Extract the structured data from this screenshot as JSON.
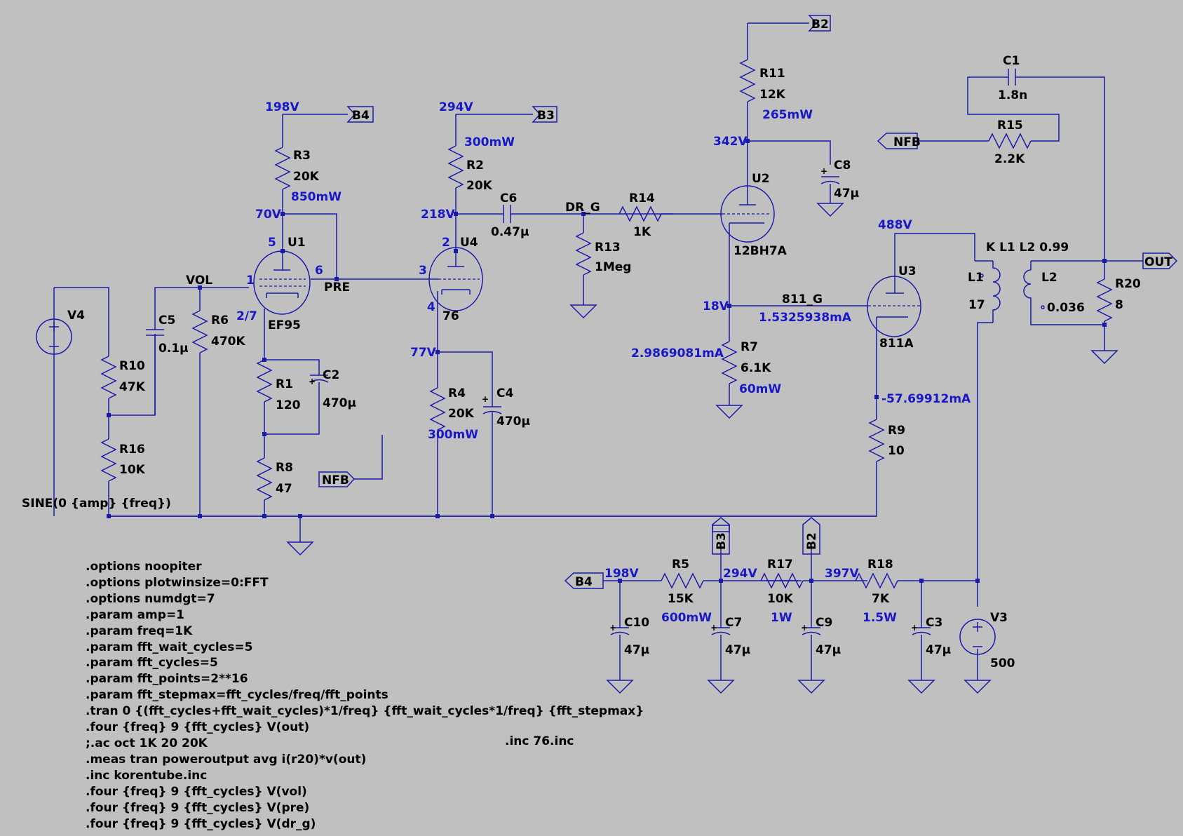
{
  "net_labels": {
    "b4_top": "B4",
    "b3_top": "B3",
    "b2_top": "B2",
    "nfb_right": "NFB",
    "nfb_left": "NFB",
    "out": "OUT",
    "b4_bottom": "B4",
    "b3_bottom": "B3",
    "b2_bottom": "B2",
    "vol": "VOL",
    "pre": "PRE",
    "dr_g": "DR_G",
    "g811": "811_G"
  },
  "voltages": {
    "v198_top": "198V",
    "v294_top": "294V",
    "v70": "70V",
    "v218": "218V",
    "v77": "77V",
    "v342": "342V",
    "v18": "18V",
    "v488": "488V",
    "v198_bot": "198V",
    "v294_bot": "294V",
    "v397": "397V"
  },
  "power": {
    "r3": "850mW",
    "r2": "300mW",
    "r4": "300mW",
    "r11": "265mW",
    "r7": "60mW",
    "r5": "600mW",
    "r17": "1W",
    "r18": "1.5W"
  },
  "currents": {
    "i1": "1.5325938mA",
    "i2": "2.9869081mA",
    "i3": "-57.69912mA"
  },
  "pins": {
    "p5": "5",
    "p1": "1",
    "p6": "6",
    "p27": "2/7",
    "p2": "2",
    "p3": "3",
    "p4": "4"
  },
  "components": {
    "R3": {
      "ref": "R3",
      "val": "20K"
    },
    "R2": {
      "ref": "R2",
      "val": "20K"
    },
    "R11": {
      "ref": "R11",
      "val": "12K"
    },
    "R14": {
      "ref": "R14",
      "val": "1K"
    },
    "R13": {
      "ref": "R13",
      "val": "1Meg"
    },
    "R6": {
      "ref": "R6",
      "val": "470K"
    },
    "R10": {
      "ref": "R10",
      "val": "47K"
    },
    "R16": {
      "ref": "R16",
      "val": "10K"
    },
    "R1": {
      "ref": "R1",
      "val": "120"
    },
    "R8": {
      "ref": "R8",
      "val": "47"
    },
    "R4": {
      "ref": "R4",
      "val": "20K"
    },
    "R7": {
      "ref": "R7",
      "val": "6.1K"
    },
    "R9": {
      "ref": "R9",
      "val": "10"
    },
    "R15": {
      "ref": "R15",
      "val": "2.2K"
    },
    "R20": {
      "ref": "R20",
      "val": "8"
    },
    "R5": {
      "ref": "R5",
      "val": "15K"
    },
    "R17": {
      "ref": "R17",
      "val": "10K"
    },
    "R18": {
      "ref": "R18",
      "val": "7K"
    },
    "C1": {
      "ref": "C1",
      "val": "1.8n"
    },
    "C2": {
      "ref": "C2",
      "val": "470µ"
    },
    "C4": {
      "ref": "C4",
      "val": "470µ"
    },
    "C5": {
      "ref": "C5",
      "val": "0.1µ"
    },
    "C6": {
      "ref": "C6",
      "val": "0.47µ"
    },
    "C8": {
      "ref": "C8",
      "val": "47µ"
    },
    "C10": {
      "ref": "C10",
      "val": "47µ"
    },
    "C7": {
      "ref": "C7",
      "val": "47µ"
    },
    "C9": {
      "ref": "C9",
      "val": "47µ"
    },
    "C3": {
      "ref": "C3",
      "val": "47µ"
    },
    "L1": {
      "ref": "L1",
      "val": "17"
    },
    "L2": {
      "ref": "L2",
      "val": "0.036"
    },
    "U1": {
      "ref": "U1",
      "val": "EF95"
    },
    "U4": {
      "ref": "U4",
      "val": "76"
    },
    "U2": {
      "ref": "U2",
      "val": "12BH7A"
    },
    "U3": {
      "ref": "U3",
      "val": "811A"
    },
    "V4": {
      "ref": "V4",
      "val": "SINE(0 {amp} {freq})"
    },
    "V3": {
      "ref": "V3",
      "val": "500"
    }
  },
  "coupling": "K L1 L2 0.99",
  "inc76": ".inc 76.inc",
  "directives": [
    ".options noopiter",
    ".options plotwinsize=0:FFT",
    ".options numdgt=7",
    ".param amp=1",
    ".param freq=1K",
    ".param fft_wait_cycles=5",
    ".param fft_cycles=5",
    ".param fft_points=2**16",
    ".param fft_stepmax=fft_cycles/freq/fft_points",
    ".tran 0 {(fft_cycles+fft_wait_cycles)*1/freq} {fft_wait_cycles*1/freq} {fft_stepmax}",
    ".four {freq} 9 {fft_cycles} V(out)",
    ";.ac oct 1K 20 20K",
    ".meas tran poweroutput avg i(r20)*v(out)",
    ".inc korentube.inc",
    ".four {freq} 9 {fft_cycles} V(vol)",
    ".four {freq} 9 {fft_cycles} V(pre)",
    ".four {freq} 9 {fft_cycles} V(dr_g)"
  ],
  "colors": {
    "background": "#c0c0c0",
    "wire": "#1a1aa8",
    "annotation": "#1818c8",
    "text": "#000000"
  }
}
